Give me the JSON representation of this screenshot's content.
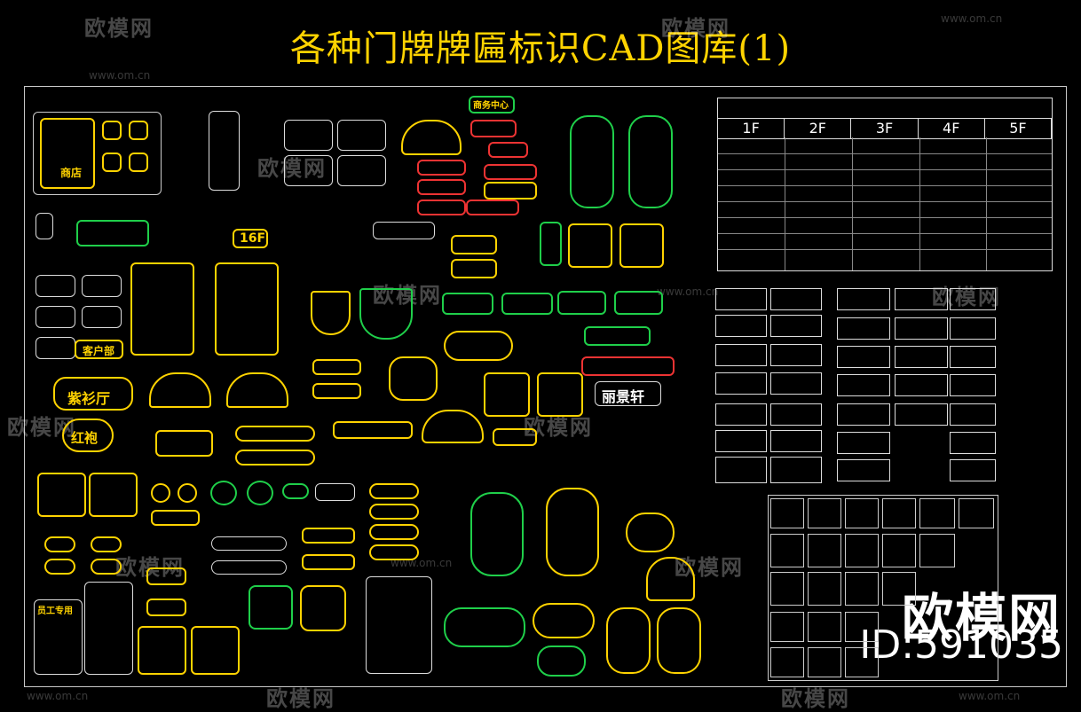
{
  "title": "各种门牌牌匾标识CAD图库(1)",
  "watermark": {
    "brand": "欧模网",
    "url": "www.om.cn",
    "id_label": "ID:591035"
  },
  "directory_table": {
    "floors": [
      "1F",
      "2F",
      "3F",
      "4F",
      "5F"
    ]
  },
  "sign_labels": {
    "shop": "商店",
    "sign_16f": "16F",
    "guest_room": "客户部",
    "ziqi": "紫衫厅",
    "hongpao": "红袍",
    "lijing": "丽景轩",
    "service_center": "商务中心",
    "employee_only": "员工专用",
    "id_number": "ID:591035"
  },
  "colors": {
    "accent_yellow": "#ffd300",
    "green": "#1fcf4a",
    "red": "#e33333",
    "white": "#dddddd",
    "background": "#000000"
  }
}
